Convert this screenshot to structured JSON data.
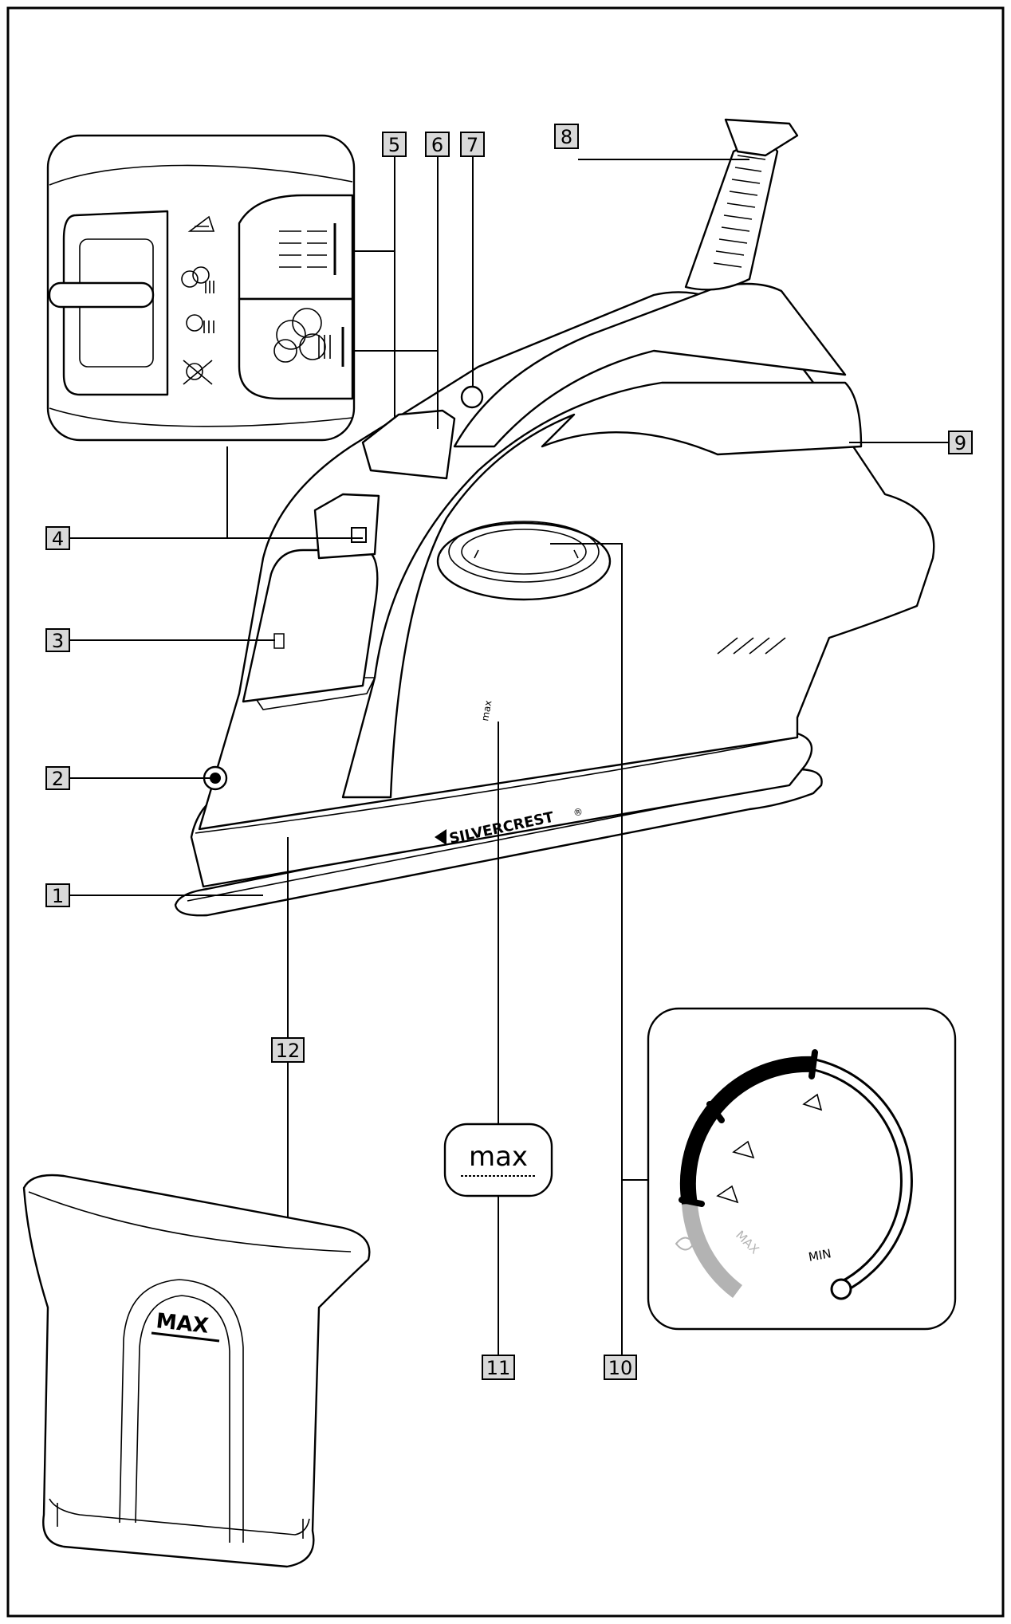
{
  "callouts": [
    "1",
    "2",
    "3",
    "4",
    "5",
    "6",
    "7",
    "8",
    "9",
    "10",
    "11",
    "12"
  ],
  "brand": "SILVERCREST",
  "brand_mark": "®",
  "max_badge": "max",
  "tank_max_label": "MAX",
  "iron_body_max_mark": "max",
  "dial": {
    "max_label": "MAX",
    "min_label": "MIN"
  },
  "colors": {
    "line": "#000000",
    "callout_fill": "#d9d9d9",
    "dial_grey": "#b3b3b3"
  }
}
